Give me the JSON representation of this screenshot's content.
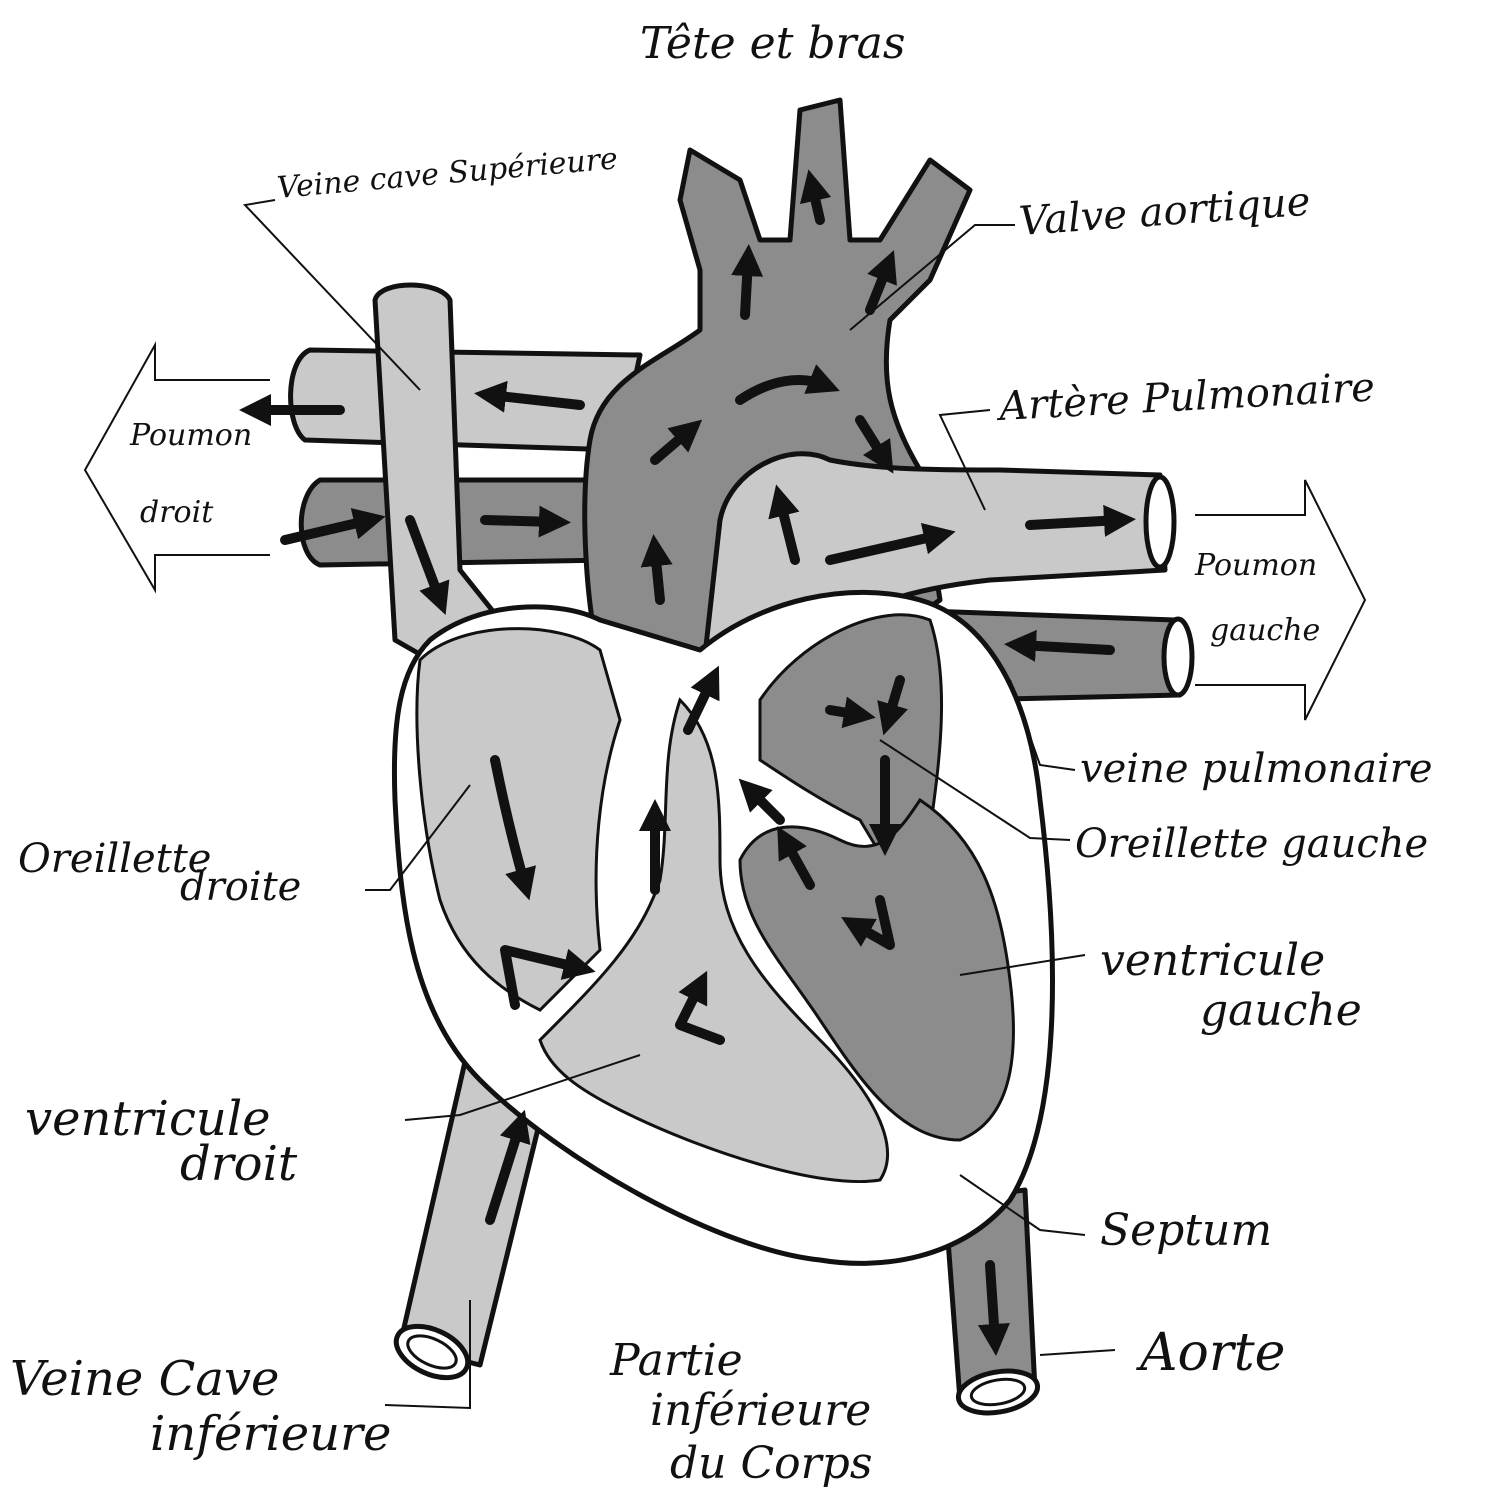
{
  "labels": {
    "head": "Tête et bras",
    "svc": "Veine cave Supérieure",
    "aortic_valve": "Valve aortique",
    "pulm_artery": "Artère Pulmonaire",
    "right_lung_1": "Poumon",
    "right_lung_2": "droit",
    "left_lung_1": "Poumon",
    "left_lung_2": "gauche",
    "pulm_vein": "veine pulmonaire",
    "left_atrium": "Oreillette gauche",
    "right_atrium_1": "Oreillette",
    "right_atrium_2": "droite",
    "left_ventricle_1": "ventricule",
    "left_ventricle_2": "gauche",
    "right_ventricle_1": "ventricule",
    "right_ventricle_2": "droit",
    "septum": "Septum",
    "aorta": "Aorte",
    "ivc_1": "Veine Cave",
    "ivc_2": "inférieure",
    "lower_body_1": "Partie",
    "lower_body_2": "inférieure",
    "lower_body_3": "du Corps"
  },
  "colors": {
    "oxygen_poor": "#c9c9c9",
    "oxygen_rich": "#8c8c8c",
    "outline": "#111111",
    "background": "#ffffff"
  }
}
